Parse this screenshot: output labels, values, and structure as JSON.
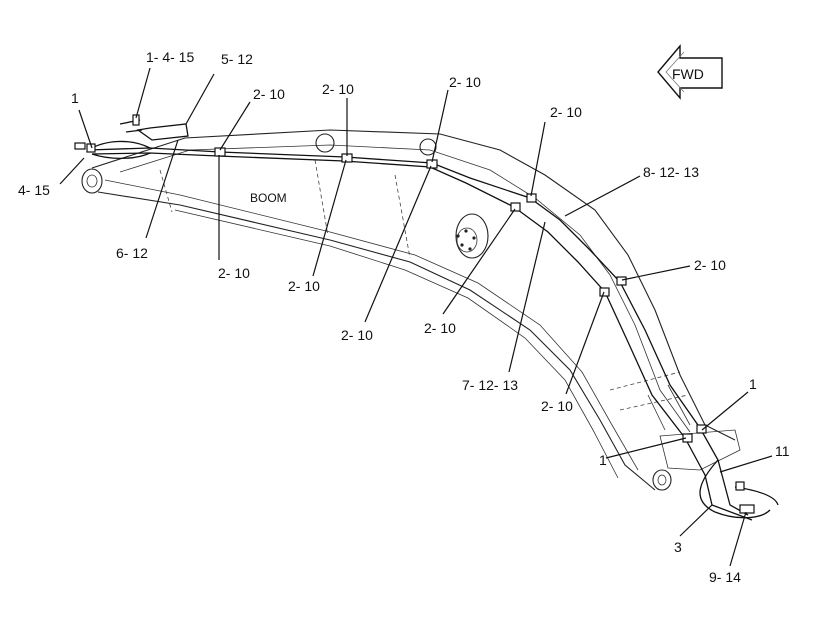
{
  "diagram": {
    "component_label": "BOOM",
    "direction_arrow": {
      "label": "FWD",
      "icon": "forward-arrow-icon"
    },
    "callouts": [
      {
        "id": "c-1-top-left",
        "text": "1"
      },
      {
        "id": "c-1-4-15",
        "text": "1- 4- 15"
      },
      {
        "id": "c-5-12",
        "text": "5- 12"
      },
      {
        "id": "c-4-15",
        "text": "4- 15"
      },
      {
        "id": "c-6-12",
        "text": "6- 12"
      },
      {
        "id": "c-2-10-a",
        "text": "2- 10"
      },
      {
        "id": "c-2-10-b",
        "text": "2- 10"
      },
      {
        "id": "c-2-10-c",
        "text": "2- 10"
      },
      {
        "id": "c-2-10-d",
        "text": "2- 10"
      },
      {
        "id": "c-2-10-e",
        "text": "2- 10"
      },
      {
        "id": "c-2-10-f",
        "text": "2- 10"
      },
      {
        "id": "c-2-10-g",
        "text": "2- 10"
      },
      {
        "id": "c-2-10-h",
        "text": "2- 10"
      },
      {
        "id": "c-2-10-i",
        "text": "2- 10"
      },
      {
        "id": "c-2-10-j",
        "text": "2- 10"
      },
      {
        "id": "c-8-12-13",
        "text": "8- 12- 13"
      },
      {
        "id": "c-7-12-13",
        "text": "7- 12- 13"
      },
      {
        "id": "c-1-right",
        "text": "1"
      },
      {
        "id": "c-1-lower",
        "text": "1"
      },
      {
        "id": "c-11",
        "text": "11"
      },
      {
        "id": "c-3",
        "text": "3"
      },
      {
        "id": "c-9-14",
        "text": "9- 14"
      }
    ]
  }
}
